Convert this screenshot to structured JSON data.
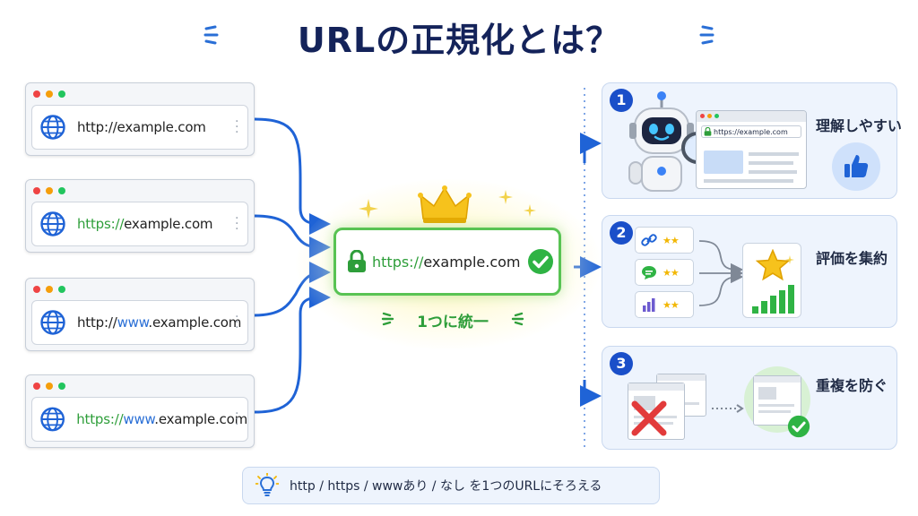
{
  "title": "URLの正規化とは？",
  "sources": [
    {
      "parts": [
        {
          "t": "http://example.com",
          "c": ""
        }
      ]
    },
    {
      "parts": [
        {
          "t": "https://",
          "c": "g"
        },
        {
          "t": "example.com",
          "c": ""
        }
      ]
    },
    {
      "parts": [
        {
          "t": "http://",
          "c": ""
        },
        {
          "t": "www",
          "c": "b"
        },
        {
          "t": ".example.com",
          "c": ""
        }
      ]
    },
    {
      "parts": [
        {
          "t": "https://",
          "c": "g"
        },
        {
          "t": "www",
          "c": "b"
        },
        {
          "t": ".example.com",
          "c": ""
        }
      ]
    }
  ],
  "canonical": {
    "scheme": "https://",
    "host": "example.com",
    "label": "1つに統一"
  },
  "benefits": [
    {
      "number": "1",
      "label": "理解しやすい",
      "mini_url": "https://example.com"
    },
    {
      "number": "2",
      "label": "評価を集約"
    },
    {
      "number": "3",
      "label": "重複を防ぐ"
    }
  ],
  "footer": "http / https / wwwあり / なし を1つのURLにそろえる",
  "colors": {
    "accent_blue": "#1a4fc9",
    "green": "#2e9e3a",
    "navy": "#14235a",
    "gold": "#f2b705"
  },
  "icons": [
    "globe-icon",
    "lock-icon",
    "check-icon",
    "crown-icon",
    "robot-icon",
    "magnifier-icon",
    "thumbs-up-icon",
    "link-icon",
    "chat-icon",
    "bar-chart-icon",
    "star-icon",
    "cross-icon",
    "lightbulb-icon"
  ]
}
